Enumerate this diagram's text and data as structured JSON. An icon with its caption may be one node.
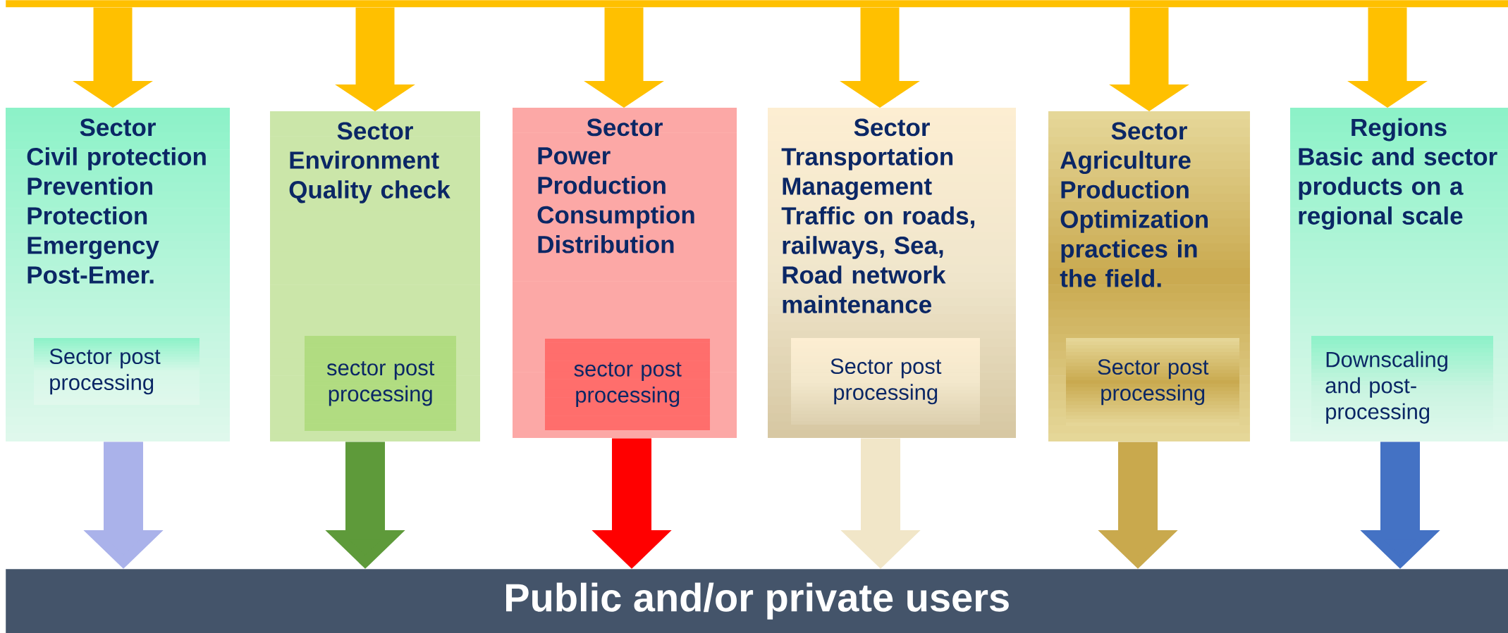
{
  "diagram": {
    "nodes": [
      {
        "text": [],
        "shape": "bar"
      },
      {
        "text": [
          "Sector",
          "Civil protection",
          "Prevention",
          "Protection",
          "Emergency",
          "Post-Emer."
        ]
      },
      {
        "text": [
          "Sector post processing"
        ],
        "in": 1
      },
      {
        "text": [
          "Sector",
          "Environment",
          "Quality check"
        ]
      },
      {
        "text": [
          "sector post processing"
        ],
        "in": 3
      },
      {
        "text": [
          "Sector",
          "Power",
          "Production",
          "Consumption",
          "Distribution"
        ]
      },
      {
        "text": [
          "sector post processing"
        ],
        "in": 5
      },
      {
        "text": [
          "Sector",
          "Transportation",
          "Management",
          "Traffic on roads, railways, Sea,",
          "Road network maintenance"
        ]
      },
      {
        "text": [
          "Sector post processing"
        ],
        "in": 7
      },
      {
        "text": [
          "Sector",
          "Agriculture",
          "Production",
          "Optimization practices in the field."
        ]
      },
      {
        "text": [
          "Sector post processing"
        ],
        "in": 9
      },
      {
        "text": [
          "Regions",
          "Basic and sector products on a regional scale"
        ]
      },
      {
        "text": [
          "Downscaling and post-processing"
        ],
        "in": 11
      },
      {
        "text": [
          "Public and/or private users"
        ]
      }
    ],
    "edges": [
      {
        "from": 0,
        "to": 1,
        "arrow": "to"
      },
      {
        "from": 0,
        "to": 3,
        "arrow": "to"
      },
      {
        "from": 0,
        "to": 5,
        "arrow": "to"
      },
      {
        "from": 0,
        "to": 7,
        "arrow": "to"
      },
      {
        "from": 0,
        "to": 9,
        "arrow": "to"
      },
      {
        "from": 0,
        "to": 11,
        "arrow": "to"
      },
      {
        "from": 1,
        "to": 13,
        "arrow": "to",
        "color": "#aab2ea"
      },
      {
        "from": 3,
        "to": 13,
        "arrow": "to",
        "color": "#5e9a3a"
      },
      {
        "from": 5,
        "to": 13,
        "arrow": "to",
        "color": "#ff0000"
      },
      {
        "from": 7,
        "to": 13,
        "arrow": "to",
        "color": "#f1e6c8"
      },
      {
        "from": 9,
        "to": 13,
        "arrow": "to",
        "color": "#c9a94d"
      },
      {
        "from": 11,
        "to": 13,
        "arrow": "to",
        "color": "#4472c4"
      }
    ]
  }
}
